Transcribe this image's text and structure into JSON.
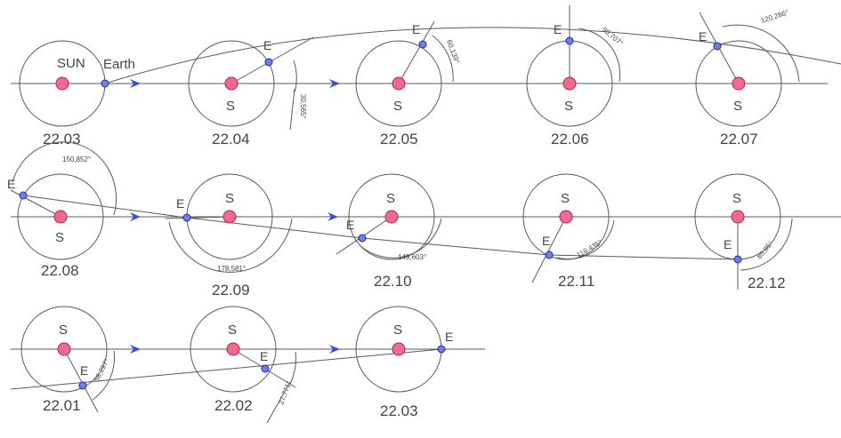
{
  "colors": {
    "line": "#5a5a5a",
    "sun_fill": "#f06a8e",
    "sun_stroke": "#b02050",
    "earth_fill": "#6f7fe6",
    "earth_stroke": "#1c2a9a",
    "arrow_fill": "#3a4dd8",
    "text": "#444444"
  },
  "labels": {
    "sun_name": "SUN",
    "earth_name": "Earth",
    "sun_short": "S",
    "earth_short": "E"
  },
  "panels": [
    {
      "id": "p0803",
      "date": "22.03",
      "angle": null
    },
    {
      "id": "p0804",
      "date": "22.04",
      "angle": "30,565°"
    },
    {
      "id": "p0805",
      "date": "22.05",
      "angle": "60,139°"
    },
    {
      "id": "p0806",
      "date": "22.06",
      "angle": "90,707°"
    },
    {
      "id": "p0807",
      "date": "22.07",
      "angle": "120,286°"
    },
    {
      "id": "p0808",
      "date": "22.08",
      "angle": "150,852°"
    },
    {
      "id": "p0809",
      "date": "22.09",
      "angle": "178,581°"
    },
    {
      "id": "p0810",
      "date": "22.10",
      "angle": "149,603°"
    },
    {
      "id": "p0811",
      "date": "22.11",
      "angle": "118,435°"
    },
    {
      "id": "p0812",
      "date": "22.12",
      "angle": "89,85°"
    },
    {
      "id": "p0801",
      "date": "22.01",
      "angle": "58,297°"
    },
    {
      "id": "p0802",
      "date": "22.02",
      "angle": "27,771°"
    },
    {
      "id": "p0903",
      "date": "22.03",
      "angle": null
    }
  ]
}
